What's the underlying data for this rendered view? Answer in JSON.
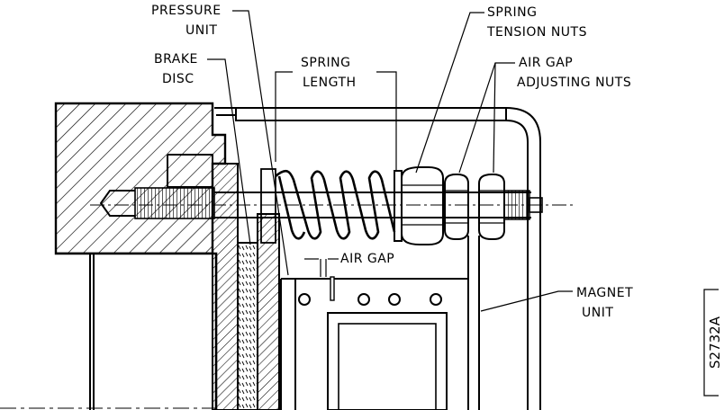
{
  "labels": {
    "pressure_unit_1": "PRESSURE",
    "pressure_unit_2": "UNIT",
    "brake_disc_1": "BRAKE",
    "brake_disc_2": "DISC",
    "spring_length_1": "SPRING",
    "spring_length_2": "LENGTH",
    "spring_tension_1": "SPRING",
    "spring_tension_2": "TENSION NUTS",
    "air_gap_adj_1": "AIR GAP",
    "air_gap_adj_2": "ADJUSTING NUTS",
    "air_gap": "AIR GAP",
    "magnet_unit_1": "MAGNET",
    "magnet_unit_2": "UNIT"
  },
  "drawing_code": "S2732A"
}
